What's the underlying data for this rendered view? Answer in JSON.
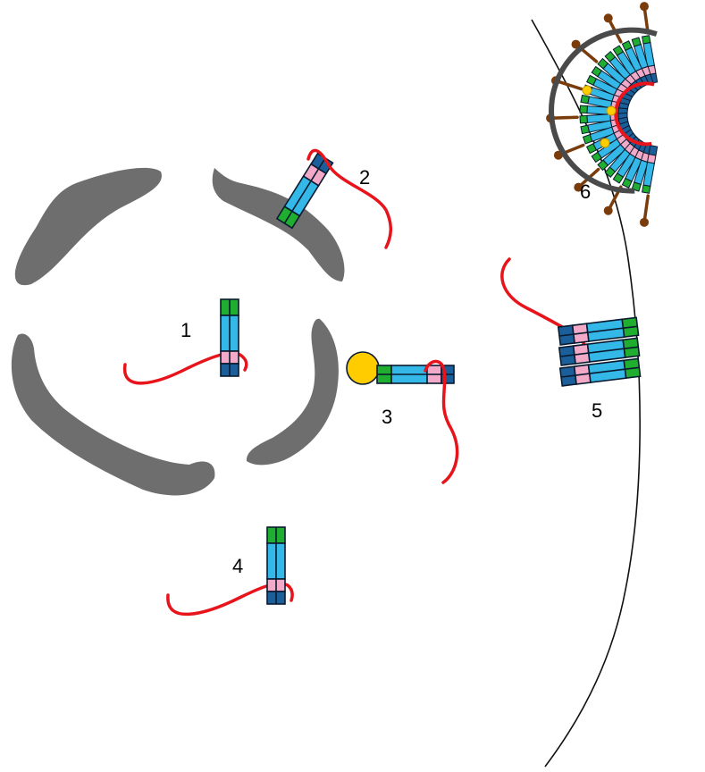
{
  "labels": {
    "one": "1",
    "two": "2",
    "three": "3",
    "four": "4",
    "five": "5",
    "six": "6"
  },
  "colors": {
    "nucleus": "#6e6e6e",
    "rna": "#e8141b",
    "green": "#1fae2f",
    "cyan": "#33b8e8",
    "pink": "#f3a9c8",
    "navy": "#1a5f99",
    "outline": "#0a1a2e",
    "cap": "#ffcc00",
    "spike": "#7a3c0b",
    "envelope": "#4a4a4a",
    "membrane": "#111111"
  }
}
